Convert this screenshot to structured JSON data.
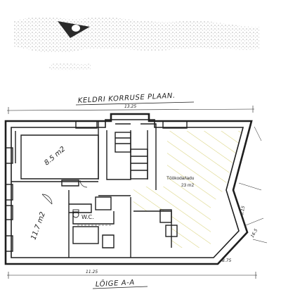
{
  "drawing": {
    "title": "KELDRI KORRUSE PLAAN.",
    "section_label": "LÕIGE A-A",
    "top_dimension": "13.25",
    "bottom_dimension": "11.25",
    "right_dimension_1": "16.5",
    "right_dimension_2": "6.15",
    "right_dimension_3": "8.75"
  },
  "rooms": [
    {
      "id": "room-upper-left",
      "area": "8.5 m2"
    },
    {
      "id": "room-lower-left",
      "area": "11.7 m2"
    },
    {
      "id": "wc",
      "label": "W.C."
    },
    {
      "id": "workshop",
      "name": "Töökoda/ladu",
      "area": "23 m2"
    }
  ],
  "colors": {
    "ink": "#1e1e1e",
    "paper": "#ffffff",
    "smudge": "#8a8a8a",
    "hatch": "#d8d27a"
  }
}
